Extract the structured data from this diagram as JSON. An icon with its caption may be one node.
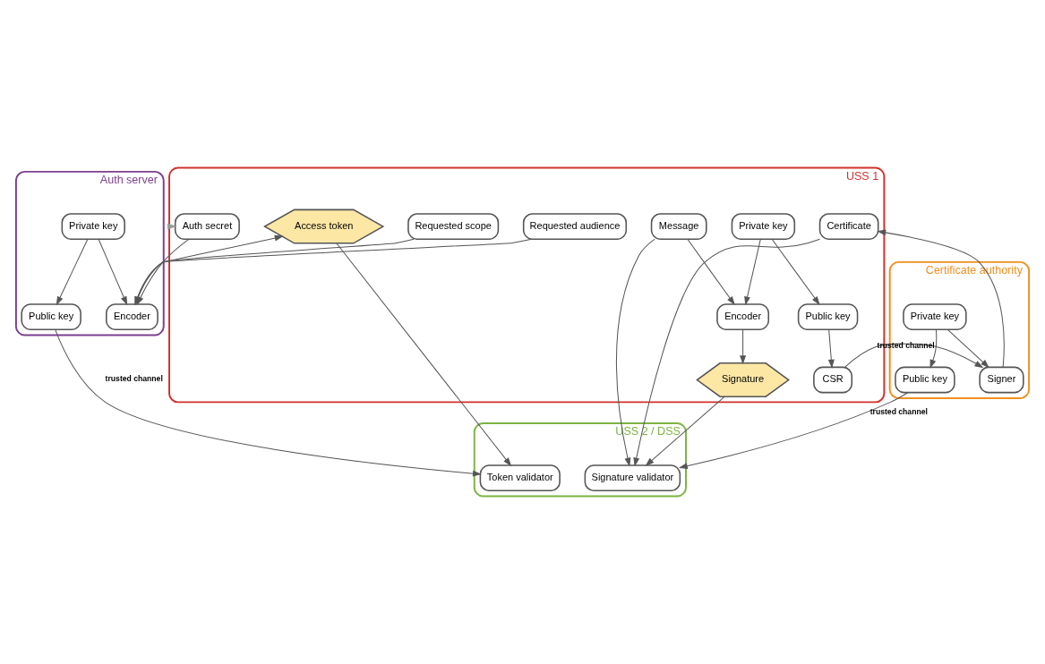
{
  "diagram": {
    "nodes": [
      {
        "text": [
          "USS 1"
        ]
      },
      {
        "text": [
          "Auth secret"
        ],
        "in": 0
      },
      {
        "text": [
          "Requested scope"
        ],
        "in": 0
      },
      {
        "text": [
          "Requested audience"
        ],
        "in": 0
      },
      {
        "text": [
          "Private key"
        ],
        "in": 0
      },
      {
        "text": [
          "Encoder"
        ],
        "in": 0
      },
      {
        "text": [
          "Signature"
        ],
        "in": 0
      },
      {
        "text": [
          "Public key"
        ],
        "in": 0
      },
      {
        "text": [
          "Message"
        ],
        "in": 0
      },
      {
        "text": [
          "CSR"
        ],
        "in": 0
      },
      {
        "text": [
          "Certificate"
        ],
        "in": 0
      },
      {
        "text": [
          "Access token"
        ],
        "in": 0
      },
      {
        "text": [
          "USS 2 / DSS"
        ]
      },
      {
        "text": [
          "Signature validator"
        ],
        "in": 12
      },
      {
        "text": [
          "Token validator"
        ],
        "in": 12
      },
      {
        "text": [
          "Auth server"
        ]
      },
      {
        "text": [
          "Private key"
        ],
        "in": 15
      },
      {
        "text": [
          "Encoder"
        ],
        "in": 15
      },
      {
        "text": [
          "Public key"
        ],
        "in": 15
      },
      {
        "text": [
          "Certificate authority"
        ]
      },
      {
        "text": [
          "Private key"
        ],
        "in": 19
      },
      {
        "text": [
          "Signer"
        ],
        "in": 19
      },
      {
        "text": [
          "Public key"
        ],
        "in": 19
      }
    ],
    "edges": [
      {
        "from": 15,
        "to": 1,
        "arrow": "to",
        "style": "dashed",
        "color": "#999999"
      },
      {
        "from": 1,
        "to": 17,
        "arrow": "to"
      },
      {
        "from": 2,
        "to": 17,
        "arrow": "to"
      },
      {
        "from": 3,
        "to": 17,
        "arrow": "to"
      },
      {
        "from": 17,
        "to": 11,
        "arrow": "to"
      },
      {
        "from": 11,
        "to": 14,
        "arrow": "to"
      },
      {
        "from": 4,
        "to": 5,
        "arrow": "to"
      },
      {
        "from": 5,
        "to": 6,
        "arrow": "to"
      },
      {
        "from": 6,
        "to": 13,
        "arrow": "to"
      },
      {
        "from": 4,
        "to": 7,
        "arrow": "to"
      },
      {
        "from": 7,
        "to": 9,
        "arrow": "to"
      },
      {
        "from": 8,
        "to": 5,
        "arrow": "to"
      },
      {
        "from": 8,
        "to": 13,
        "arrow": "to"
      },
      {
        "from": 10,
        "to": 13,
        "arrow": "to"
      },
      {
        "from": 9,
        "to": 21,
        "arrow": "to",
        "label": "trusted channel"
      },
      {
        "from": 21,
        "to": 10,
        "arrow": "to"
      },
      {
        "from": 16,
        "to": 17,
        "arrow": "to"
      },
      {
        "from": 16,
        "to": 18,
        "arrow": "to"
      },
      {
        "from": 20,
        "to": 21,
        "arrow": "to"
      },
      {
        "from": 20,
        "to": 22,
        "arrow": "to"
      },
      {
        "from": 22,
        "to": 13,
        "arrow": "to",
        "label": "trusted channel"
      },
      {
        "from": 18,
        "to": 14,
        "arrow": "to",
        "label": "trusted channel"
      }
    ]
  }
}
